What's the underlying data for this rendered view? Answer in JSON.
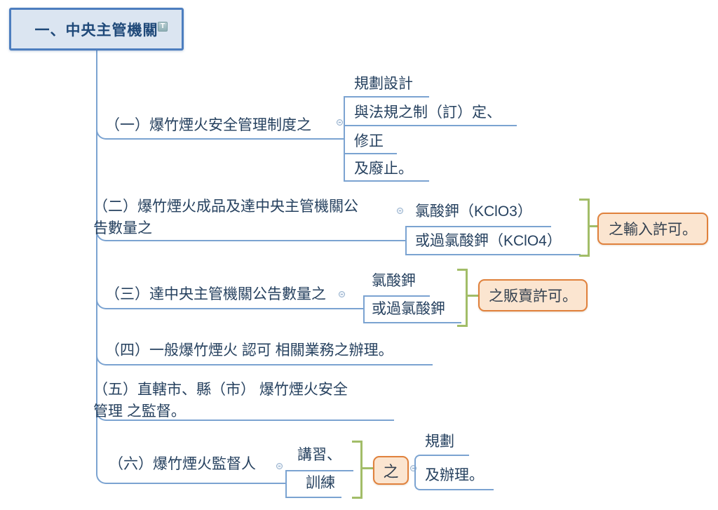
{
  "app": {
    "type": "mind-map"
  },
  "colors": {
    "line": "#7ba3d1",
    "text": "#26415f",
    "root_border": "#4d7ebf",
    "root_bg": "#dbe5f1",
    "root_text": "#1f4979",
    "bracket": "#a2bd68",
    "summary_border": "#e0813c",
    "summary_bg": "#fbe5d0"
  },
  "root": {
    "label": "一、中央主管機關",
    "marker": "T"
  },
  "branches": [
    {
      "label": "（一）爆竹煙火安全管理制度之",
      "children": [
        "規劃設計",
        "與法規之制（訂）定、",
        "修正",
        "及廢止。"
      ]
    },
    {
      "label": "（二）爆竹煙火成品及達中央主管機關公\n告數量之",
      "children": [
        "氯酸鉀（KClO3）",
        "或過氯酸鉀（KClO4）"
      ],
      "summary": "之輸入許可。"
    },
    {
      "label": "（三）達中央主管機關公告數量之",
      "children": [
        "氯酸鉀",
        "或過氯酸鉀"
      ],
      "summary": "之販賣許可。"
    },
    {
      "label": "（四）一般爆竹煙火 認可 相關業務之辦理。"
    },
    {
      "label": "（五）直轄市、縣（市） 爆竹煙火安全\n管理 之監督。"
    },
    {
      "label": "（六）爆竹煙火監督人",
      "children": [
        "講習、",
        "訓練"
      ],
      "summary": "之",
      "summary_children": [
        "規劃",
        "及辦理。"
      ]
    }
  ]
}
